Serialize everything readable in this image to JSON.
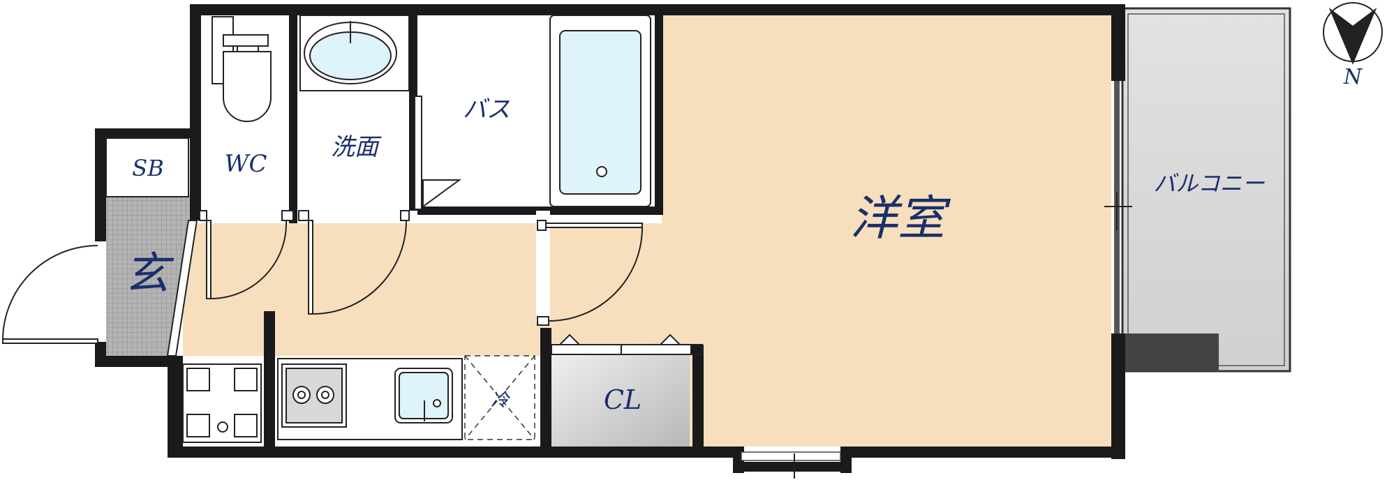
{
  "title": "",
  "rooms": {
    "western_room": "洋室",
    "bath": "バス",
    "washroom": "洗面",
    "toilet": "WC",
    "shoe_box": "SB",
    "entrance": "玄",
    "closet": "CL",
    "balcony": "バルコニー",
    "fridge": "冷"
  },
  "compass": {
    "north_label": "N"
  },
  "colors": {
    "wall": "#1a1a1a",
    "floor": "#f7dfbd",
    "label": "#1a2f6b",
    "tile": "#a8a8a8",
    "balcony": "#dedede",
    "bath_water": "#dff3fa",
    "outdoor_unit": "#444444"
  }
}
